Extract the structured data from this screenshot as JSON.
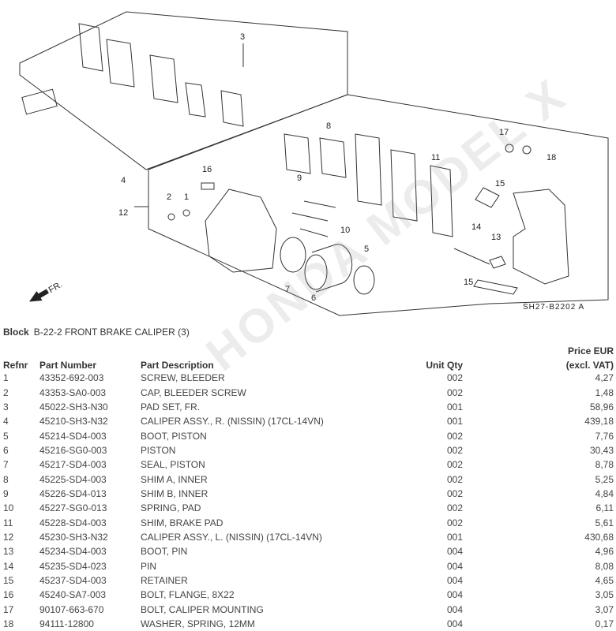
{
  "diagram": {
    "code": "SH27-B2202 A",
    "direction_label": "FR.",
    "callouts": [
      "3",
      "8",
      "9",
      "11",
      "17",
      "18",
      "16",
      "4",
      "12",
      "2",
      "1",
      "15",
      "14",
      "13",
      "15",
      "10",
      "5",
      "7",
      "6"
    ],
    "watermark": "HONDA MODEL X"
  },
  "block": {
    "label": "Block",
    "title": "B-22-2 FRONT BRAKE CALIPER (3)"
  },
  "table": {
    "headers": {
      "refnr": "Refnr",
      "part_number": "Part Number",
      "description": "Part Description",
      "unit_qty": "Unit Qty",
      "price_line1": "Price EUR",
      "price_line2": "(excl. VAT)"
    },
    "rows": [
      {
        "ref": "1",
        "pn": "43352-692-003",
        "desc": "SCREW, BLEEDER",
        "qty": "002",
        "price": "4,27"
      },
      {
        "ref": "2",
        "pn": "43353-SA0-003",
        "desc": "CAP, BLEEDER SCREW",
        "qty": "002",
        "price": "1,48"
      },
      {
        "ref": "3",
        "pn": "45022-SH3-N30",
        "desc": "PAD SET, FR.",
        "qty": "001",
        "price": "58,96"
      },
      {
        "ref": "4",
        "pn": "45210-SH3-N32",
        "desc": "CALIPER ASSY., R. (NISSIN) (17CL-14VN)",
        "qty": "001",
        "price": "439,18"
      },
      {
        "ref": "5",
        "pn": "45214-SD4-003",
        "desc": "BOOT, PISTON",
        "qty": "002",
        "price": "7,76"
      },
      {
        "ref": "6",
        "pn": "45216-SG0-003",
        "desc": "PISTON",
        "qty": "002",
        "price": "30,43"
      },
      {
        "ref": "7",
        "pn": "45217-SD4-003",
        "desc": "SEAL, PISTON",
        "qty": "002",
        "price": "8,78"
      },
      {
        "ref": "8",
        "pn": "45225-SD4-003",
        "desc": "SHIM A, INNER",
        "qty": "002",
        "price": "5,25"
      },
      {
        "ref": "9",
        "pn": "45226-SD4-013",
        "desc": "SHIM B, INNER",
        "qty": "002",
        "price": "4,84"
      },
      {
        "ref": "10",
        "pn": "45227-SG0-013",
        "desc": "SPRING, PAD",
        "qty": "002",
        "price": "6,11"
      },
      {
        "ref": "11",
        "pn": "45228-SD4-003",
        "desc": "SHIM, BRAKE PAD",
        "qty": "002",
        "price": "5,61"
      },
      {
        "ref": "12",
        "pn": "45230-SH3-N32",
        "desc": "CALIPER ASSY., L. (NISSIN) (17CL-14VN)",
        "qty": "001",
        "price": "430,68"
      },
      {
        "ref": "13",
        "pn": "45234-SD4-003",
        "desc": "BOOT, PIN",
        "qty": "004",
        "price": "4,96"
      },
      {
        "ref": "14",
        "pn": "45235-SD4-023",
        "desc": "PIN",
        "qty": "004",
        "price": "8,08"
      },
      {
        "ref": "15",
        "pn": "45237-SD4-003",
        "desc": "RETAINER",
        "qty": "004",
        "price": "4,65"
      },
      {
        "ref": "16",
        "pn": "45240-SA7-003",
        "desc": "BOLT, FLANGE, 8X22",
        "qty": "004",
        "price": "3,05"
      },
      {
        "ref": "17",
        "pn": "90107-663-670",
        "desc": "BOLT, CALIPER MOUNTING",
        "qty": "004",
        "price": "3,07"
      },
      {
        "ref": "18",
        "pn": "94111-12800",
        "desc": "WASHER, SPRING, 12MM",
        "qty": "004",
        "price": "0,17"
      }
    ]
  }
}
